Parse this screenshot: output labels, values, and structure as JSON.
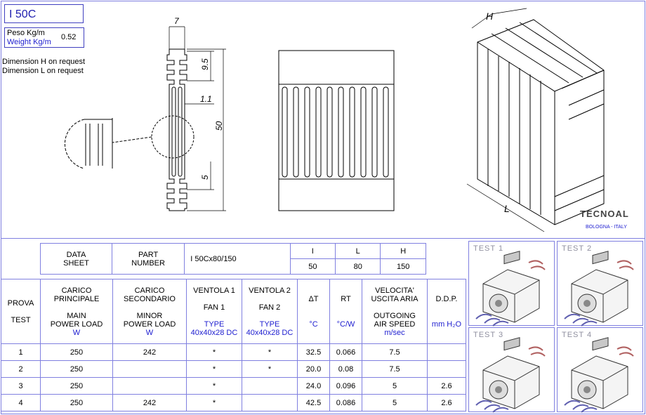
{
  "header": {
    "code": "I 50C",
    "weight_label_it": "Peso Kg/m",
    "weight_label_en": "Weight Kg/m",
    "weight_value": "0.52",
    "notes": [
      "Dimension H on request",
      "Dimension L on request"
    ]
  },
  "drawing": {
    "dims": [
      "7",
      "9.5",
      "1.1",
      "50",
      "5"
    ],
    "iso_dims": [
      "H",
      "L"
    ]
  },
  "logo": {
    "name": "TECNOAL",
    "location": "BOLOGNA - ITALY"
  },
  "sheet": {
    "data_sheet": [
      "DATA",
      "SHEET"
    ],
    "part_number_label": [
      "PART",
      "NUMBER"
    ],
    "part_number": "I 50Cx80/150",
    "dim_headers": [
      "I",
      "L",
      "H"
    ],
    "dim_values": [
      "50",
      "80",
      "150"
    ]
  },
  "test_table": {
    "headers": {
      "prova": [
        "PROVA",
        "TEST"
      ],
      "main": [
        "CARICO",
        "PRINCIPALE",
        "MAIN",
        "POWER LOAD",
        "W"
      ],
      "minor": [
        "CARICO",
        "SECONDARIO",
        "MINOR",
        "POWER LOAD",
        "W"
      ],
      "fan1": [
        "VENTOLA 1",
        "FAN 1",
        "TYPE",
        "40x40x28 DC"
      ],
      "fan2": [
        "VENTOLA 2",
        "FAN 2",
        "TYPE",
        "40x40x28 DC"
      ],
      "dt": [
        "ΔT",
        "°C"
      ],
      "rt": [
        "RT",
        "°C/W"
      ],
      "speed": [
        "VELOCITA'",
        "USCITA  ARIA",
        "OUTGOING",
        "AIR SPEED",
        "m/sec"
      ],
      "ddp": [
        "D.D.P.",
        "mm H₂O"
      ]
    },
    "rows": [
      {
        "test": "1",
        "main": "250",
        "minor": "242",
        "fan1": "*",
        "fan2": "*",
        "dt": "32.5",
        "rt": "0.066",
        "speed": "7.5",
        "ddp": ""
      },
      {
        "test": "2",
        "main": "250",
        "minor": "",
        "fan1": "*",
        "fan2": "*",
        "dt": "20.0",
        "rt": "0.08",
        "speed": "7.5",
        "ddp": ""
      },
      {
        "test": "3",
        "main": "250",
        "minor": "",
        "fan1": "*",
        "fan2": "",
        "dt": "24.0",
        "rt": "0.096",
        "speed": "5",
        "ddp": "2.6"
      },
      {
        "test": "4",
        "main": "250",
        "minor": "242",
        "fan1": "*",
        "fan2": "",
        "dt": "42.5",
        "rt": "0.086",
        "speed": "5",
        "ddp": "2.6"
      }
    ]
  },
  "tests": [
    "TEST  1",
    "TEST  2",
    "TEST  3",
    "TEST  4"
  ],
  "colors": {
    "border": "#8080e0",
    "accent": "#2020d0",
    "line": "#000000"
  }
}
